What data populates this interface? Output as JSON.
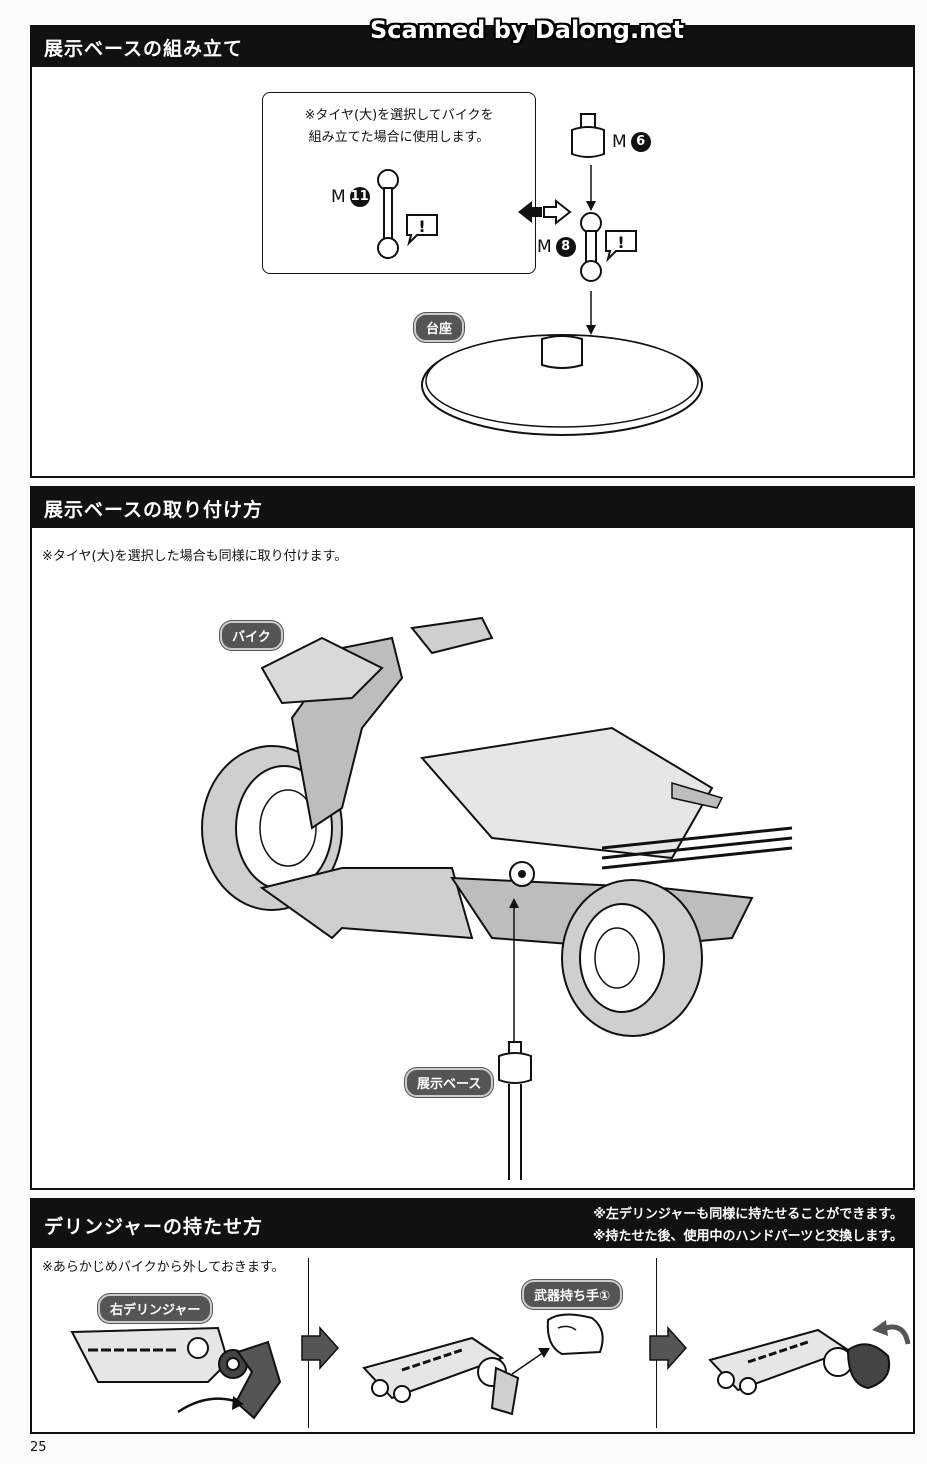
{
  "watermark": "Scanned by Dalong.net",
  "section1": {
    "title": "展示ベースの組み立て",
    "callout_note": "※タイヤ(大)を選択してバイクを\n組み立てた場合に使用します。",
    "part_m11": {
      "letter": "M",
      "number": "11"
    },
    "part_m6": {
      "letter": "M",
      "number": "6"
    },
    "part_m8": {
      "letter": "M",
      "number": "8"
    },
    "base_label": "台座",
    "caution_mark": "!"
  },
  "section2": {
    "title": "展示ベースの取り付け方",
    "note": "※タイヤ(大)を選択した場合も同様に取り付けます。",
    "bike_label": "バイク",
    "display_base_label": "展示ベース"
  },
  "section3": {
    "title": "デリンジャーの持たせ方",
    "right_note_1": "※左デリンジャーも同様に持たせることができます。",
    "right_note_2": "※持たせた後、使用中のハンドパーツと交換します。",
    "note": "※あらかじめバイクから外しておきます。",
    "right_derringer_label": "右デリンジャー",
    "weapon_hand_label": "武器持ち手①"
  },
  "page_number": "25"
}
